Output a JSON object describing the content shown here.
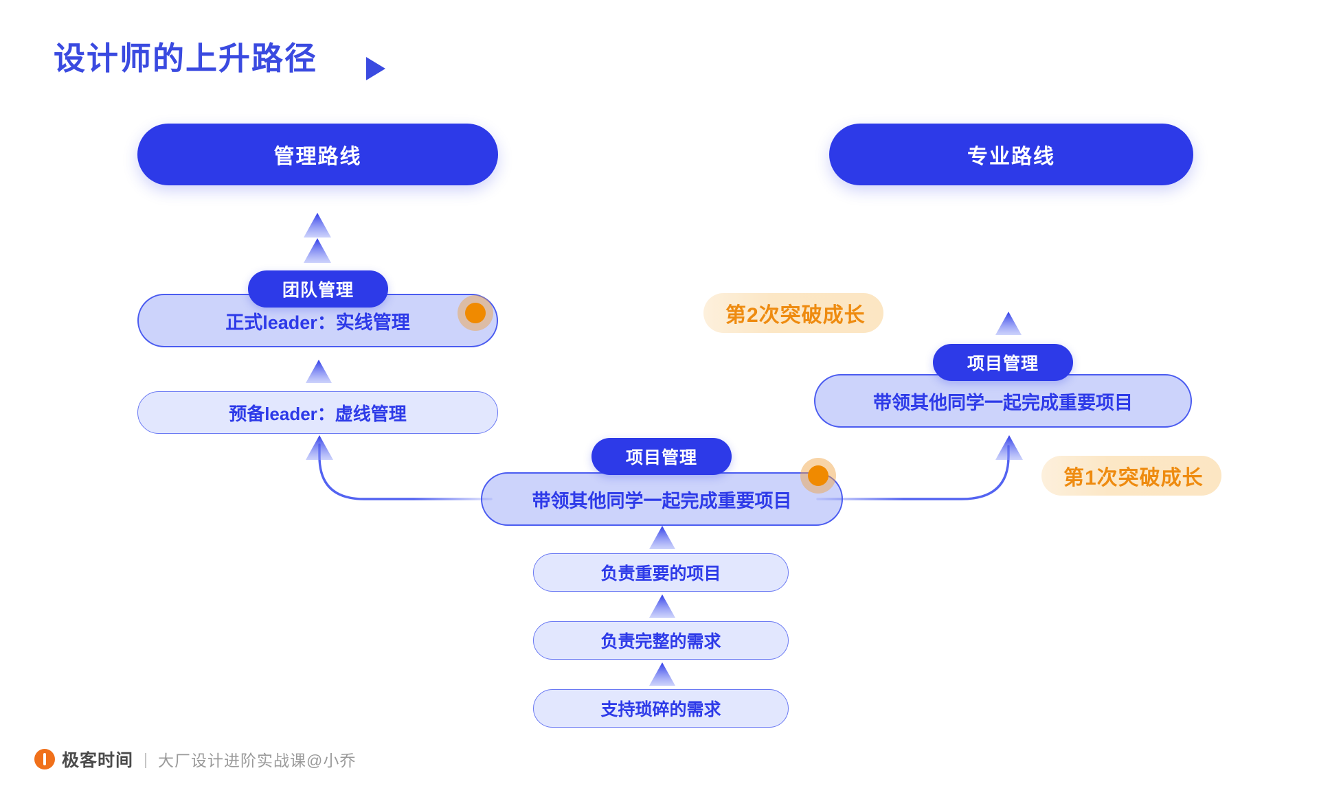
{
  "page": {
    "title": "设计师的上升路径",
    "title_marker_icon": "play-triangle-icon",
    "background": "#ffffff"
  },
  "colors": {
    "brand_blue": "#2d3ae8",
    "pill_fill_strong": "#ccd3fb",
    "pill_fill_light": "#e2e7fe",
    "pill_border": "#4a5bf0",
    "accent_orange": "#f08a00",
    "note_text": "#ee8b10",
    "note_fill": "#fbdeaf",
    "footer_gray": "#9a9a9a"
  },
  "columns": {
    "left": {
      "header": "管理路线"
    },
    "right": {
      "header": "专业路线"
    }
  },
  "left_track": {
    "team_badge": "团队管理",
    "team_box": "正式leader：实线管理",
    "prep_box": "预备leader：虚线管理"
  },
  "center_track": {
    "project_badge": "项目管理",
    "project_box": "带领其他同学一起完成重要项目",
    "steps": [
      "负责重要的项目",
      "负责完整的需求",
      "支持琐碎的需求"
    ]
  },
  "right_track": {
    "project_badge": "项目管理",
    "project_box": "带领其他同学一起完成重要项目"
  },
  "annotations": {
    "breakthrough_2": "第2次突破成长",
    "breakthrough_1": "第1次突破成长"
  },
  "footer": {
    "logo_icon": "geek-time-logo-icon",
    "brand": "极客时间",
    "separator": "|",
    "course": "大厂设计进阶实战课@小乔"
  }
}
